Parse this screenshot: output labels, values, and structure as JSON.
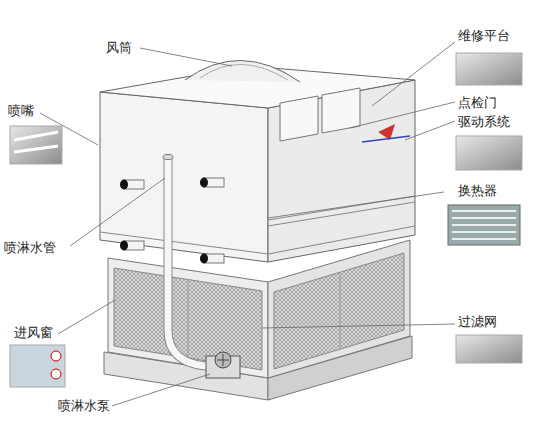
{
  "diagram": {
    "labels": [
      "风筒",
      "喷嘴",
      "喷淋水管",
      "进风窗",
      "喷淋水泵",
      "维修平台",
      "点检门",
      "驱动系统",
      "换热器",
      "过滤网"
    ]
  }
}
